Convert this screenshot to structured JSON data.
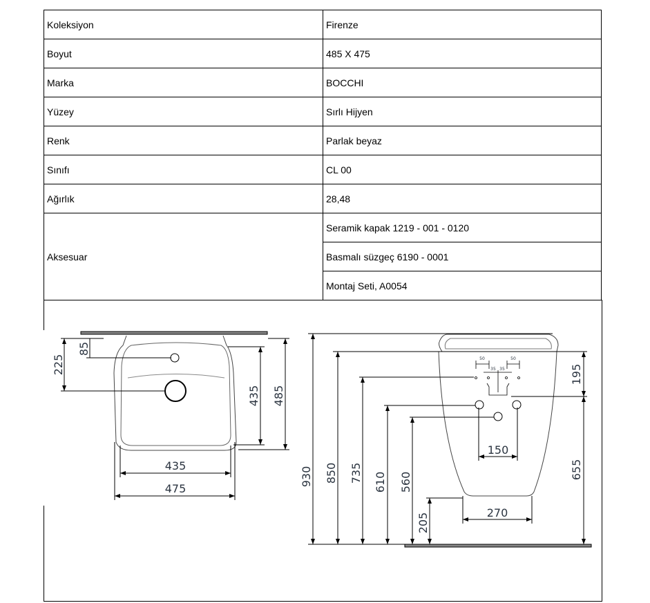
{
  "specs": [
    {
      "label": "Koleksiyon",
      "value": "Firenze"
    },
    {
      "label": "Boyut",
      "value": "485 X 475"
    },
    {
      "label": "Marka",
      "value": "BOCCHI"
    },
    {
      "label": "Yüzey",
      "value": "Sırlı Hijyen"
    },
    {
      "label": "Renk",
      "value": "Parlak beyaz"
    },
    {
      "label": "Sınıfı",
      "value": "CL 00"
    },
    {
      "label": "Ağırlık",
      "value": "28,48"
    }
  ],
  "accessories": {
    "label": "Aksesuar",
    "items": [
      "Seramik kapak 1219 - 001 - 0120",
      "Basmalı süzgeç 6190 - 0001",
      "Montaj Seti, A0054"
    ]
  },
  "top_view": {
    "d225": "225",
    "d85": "85",
    "d435v": "435",
    "d485": "485",
    "d435h": "435",
    "d475": "475"
  },
  "side_view": {
    "d930": "930",
    "d850": "850",
    "d735": "735",
    "d610": "610",
    "d560": "560",
    "d205": "205",
    "d655": "655",
    "d195": "195",
    "d150": "150",
    "d270": "270",
    "d50a": "50",
    "d50b": "50",
    "d35a": "35",
    "d35b": "35"
  }
}
